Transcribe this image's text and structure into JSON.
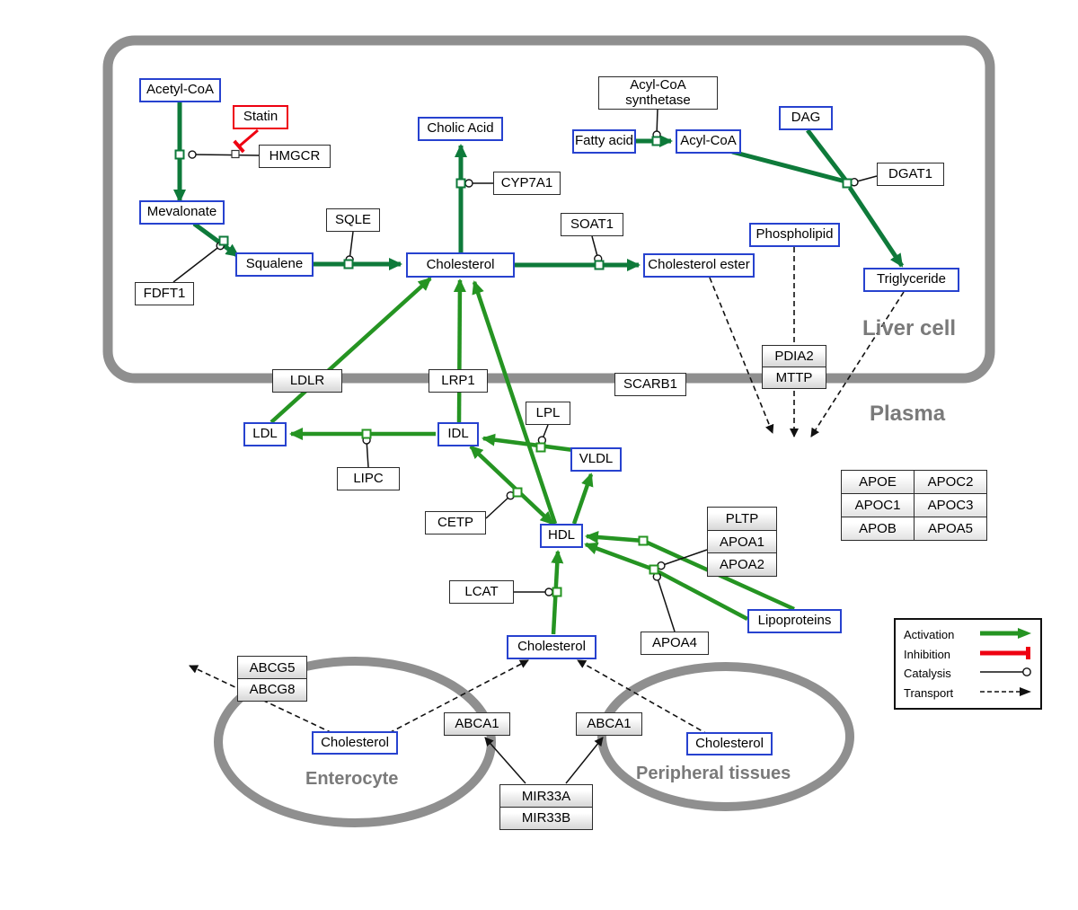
{
  "compartments": {
    "liver": "Liver cell",
    "plasma": "Plasma",
    "enterocyte": "Enterocyte",
    "peripheral": "Peripheral tissues"
  },
  "nodes": {
    "acetyl_coa": "Acetyl-CoA",
    "statin": "Statin",
    "hmgcr": "HMGCR",
    "mevalonate": "Mevalonate",
    "fdft1": "FDFT1",
    "squalene": "Squalene",
    "sqle": "SQLE",
    "cholesterol_liver": "Cholesterol",
    "cholic_acid": "Cholic Acid",
    "cyp7a1": "CYP7A1",
    "soat1": "SOAT1",
    "cholesterol_ester": "Cholesterol ester",
    "fatty_acid": "Fatty acid",
    "acyl_coa_synthetase": "Acyl-CoA synthetase",
    "acyl_coa": "Acyl-CoA",
    "dag": "DAG",
    "dgat1": "DGAT1",
    "phospholipid": "Phospholipid",
    "triglyceride": "Triglyceride",
    "ldlr": "LDLR",
    "lrp1": "LRP1",
    "scarb1": "SCARB1",
    "ldl": "LDL",
    "lipc": "LIPC",
    "idl": "IDL",
    "lpl": "LPL",
    "vldl": "VLDL",
    "cetp": "CETP",
    "hdl": "HDL",
    "lcat": "LCAT",
    "apoa4": "APOA4",
    "lipoproteins": "Lipoproteins",
    "cholesterol_plasma": "Cholesterol",
    "cholesterol_enterocyte": "Cholesterol",
    "abca1_left": "ABCA1",
    "abca1_right": "ABCA1",
    "cholesterol_peripheral": "Cholesterol"
  },
  "stacks": {
    "pdia2_mttp": [
      "PDIA2",
      "MTTP"
    ],
    "pltp_apoa": [
      "PLTP",
      "APOA1",
      "APOA2"
    ],
    "abcg": [
      "ABCG5",
      "ABCG8"
    ],
    "mir33": [
      "MIR33A",
      "MIR33B"
    ]
  },
  "apo_table": [
    [
      "APOE",
      "APOC2"
    ],
    [
      "APOC1",
      "APOC3"
    ],
    [
      "APOB",
      "APOA5"
    ]
  ],
  "legend": {
    "activation": "Activation",
    "inhibition": "Inhibition",
    "catalysis": "Catalysis",
    "transport": "Transport"
  },
  "colors": {
    "activation_liver": "#0e7a3a",
    "activation_plasma": "#259422",
    "inhibition": "#ee0011",
    "metabolite_border": "#2742cf",
    "compartment_border": "#8f8f8f"
  }
}
